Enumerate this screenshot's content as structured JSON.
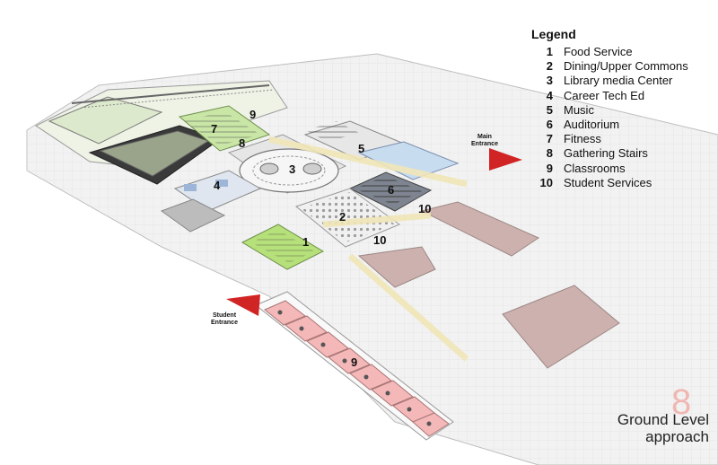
{
  "legend": {
    "title": "Legend",
    "items": [
      {
        "num": "1",
        "label": "Food Service"
      },
      {
        "num": "2",
        "label": "Dining/Upper Commons"
      },
      {
        "num": "3",
        "label": "Library media Center"
      },
      {
        "num": "4",
        "label": "Career Tech Ed"
      },
      {
        "num": "5",
        "label": "Music"
      },
      {
        "num": "6",
        "label": "Auditorium"
      },
      {
        "num": "7",
        "label": "Fitness"
      },
      {
        "num": "8",
        "label": "Gathering Stairs"
      },
      {
        "num": "9",
        "label": "Classrooms"
      },
      {
        "num": "10",
        "label": "Student Services"
      }
    ]
  },
  "labels": {
    "food": "1",
    "dining": "2",
    "library": "3",
    "career": "4",
    "music": "5",
    "auditorium": "6",
    "fitness": "7",
    "stairs": "8",
    "classrooms_top": "9",
    "classrooms_bottom": "9",
    "services_a": "10",
    "services_b": "10"
  },
  "entrances": {
    "main_line1": "Main",
    "main_line2": "Entrance",
    "student_line1": "Student",
    "student_line2": "Entrance"
  },
  "footer": {
    "number": "8",
    "line1": "Ground Level",
    "line2": "approach"
  },
  "colors": {
    "fitness_green": "#c9e6a6",
    "food_green": "#b6e07a",
    "classroom_pink": "#f4b8b8",
    "courtyard_mauve": "#cdb1ae",
    "entrance_red": "#d12424",
    "music_blue": "#c8dcf0"
  }
}
